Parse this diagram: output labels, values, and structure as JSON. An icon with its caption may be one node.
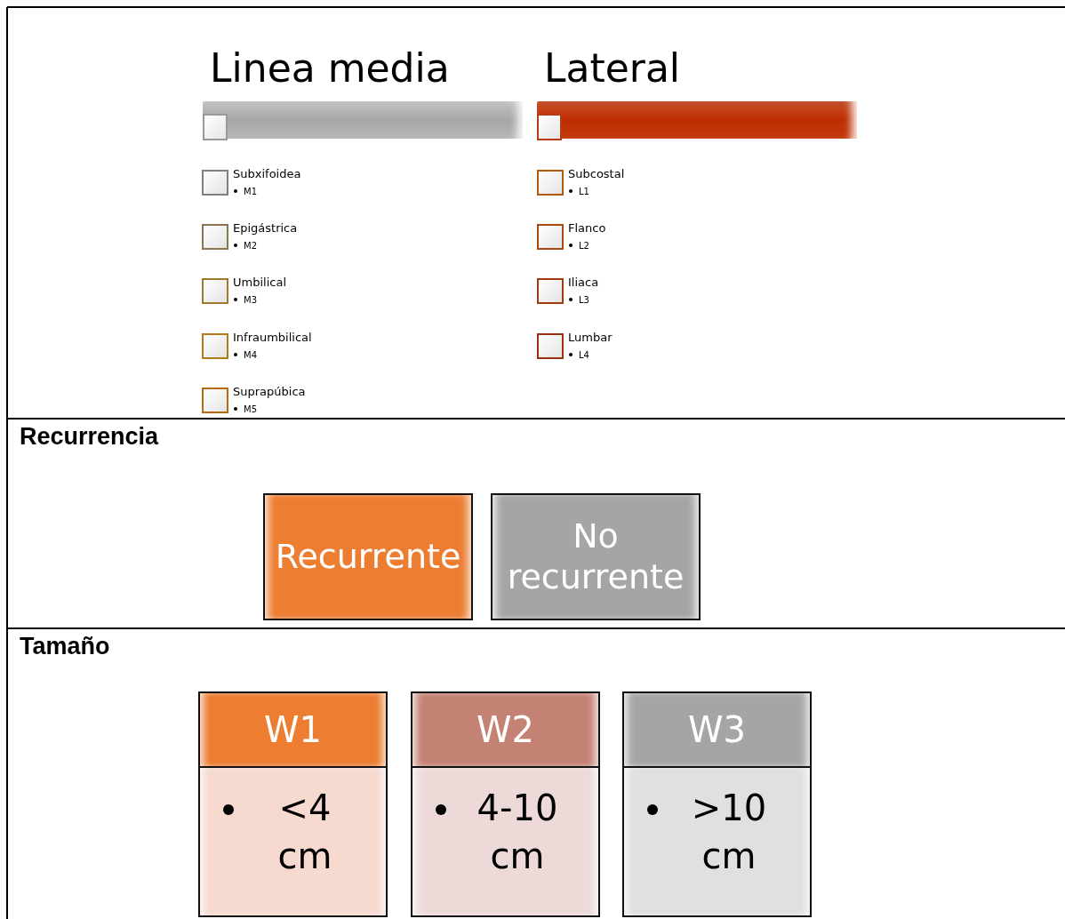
{
  "diagram": {
    "nodes": [
      {
        "text": [
          "Linea media"
        ]
      },
      {
        "text": [
          "Lateral"
        ]
      },
      {
        "text": [
          "Subxifoidea",
          "M1"
        ]
      },
      {
        "text": [
          "Epigástrica",
          "M2"
        ]
      },
      {
        "text": [
          "Umbilical",
          "M3"
        ]
      },
      {
        "text": [
          "Infraumbilical",
          "M4"
        ]
      },
      {
        "text": [
          "Suprapúbica",
          "M5"
        ]
      },
      {
        "text": [
          "Subcostal",
          "L1"
        ]
      },
      {
        "text": [
          "Flanco",
          "L2"
        ]
      },
      {
        "text": [
          "Iliaca",
          "L3"
        ]
      },
      {
        "text": [
          "Lumbar",
          "L4"
        ]
      },
      {
        "text": [
          "Recurrente"
        ]
      },
      {
        "text": [
          "No recurrente"
        ]
      },
      {
        "text": [
          "W1"
        ]
      },
      {
        "text": [
          "<4 cm"
        ]
      },
      {
        "text": [
          "W2"
        ]
      },
      {
        "text": [
          "4-10 cm"
        ]
      },
      {
        "text": [
          "W3"
        ]
      },
      {
        "text": [
          ">10 cm"
        ]
      }
    ],
    "labels": [
      "Recurrencia",
      "Tamaño"
    ]
  }
}
